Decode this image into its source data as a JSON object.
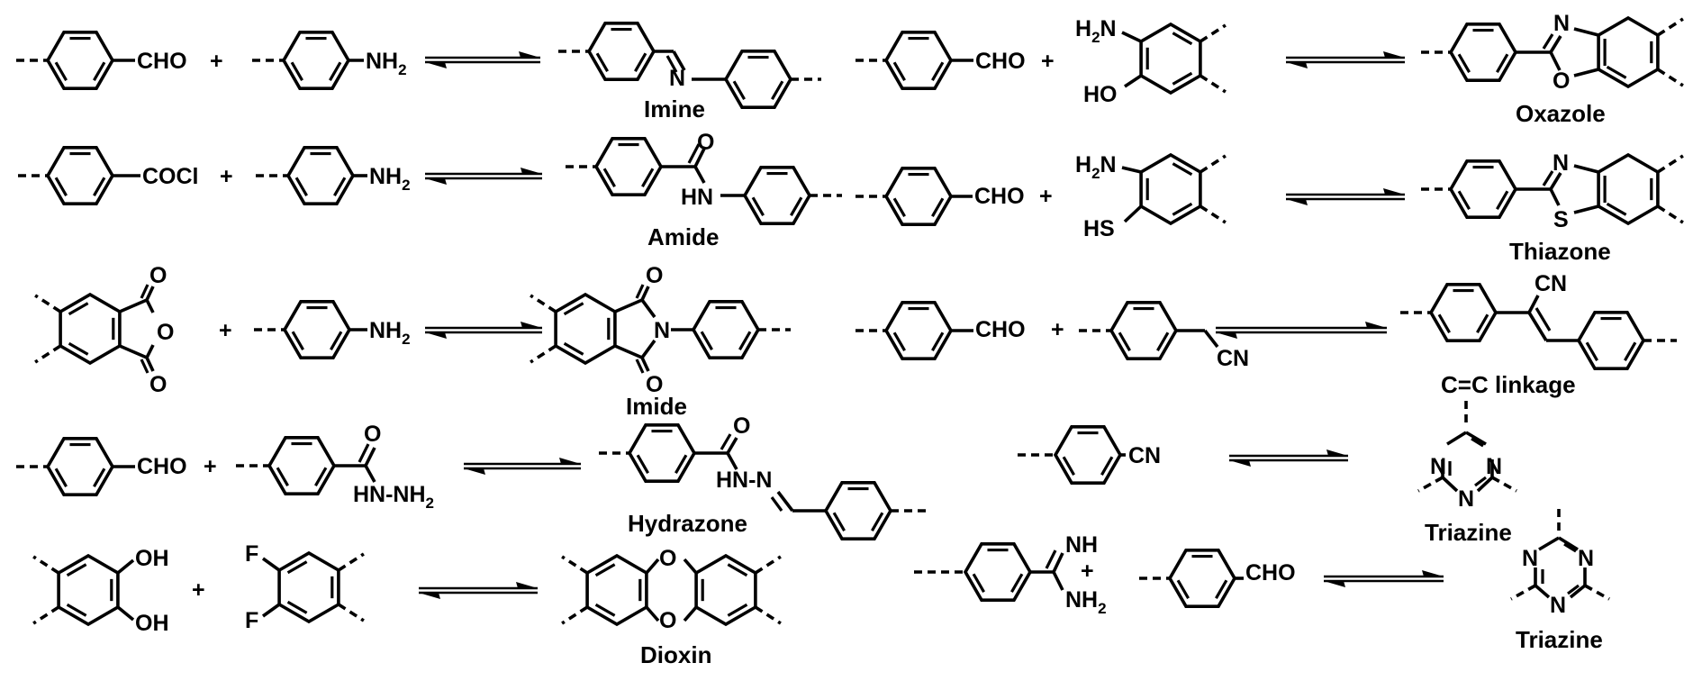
{
  "figure": {
    "title": "Reversible linkage-forming reactions",
    "colors": {
      "ink": "#000000",
      "background": "#ffffff"
    }
  },
  "reactions": [
    {
      "id": "imine",
      "reactant_1": {
        "group": "CHO",
        "core": "benzene"
      },
      "reactant_2": {
        "group": "NH2",
        "core": "benzene"
      },
      "operator": "+",
      "arrow": "equilibrium",
      "product": {
        "linkage_atoms": [
          "N"
        ],
        "name": "Imine"
      }
    },
    {
      "id": "oxazole",
      "reactant_1": {
        "group": "CHO",
        "core": "benzene"
      },
      "reactant_2": {
        "groups": [
          "H2N",
          "HO"
        ],
        "core": "benzene"
      },
      "operator": "+",
      "arrow": "equilibrium",
      "product": {
        "linkage_atoms": [
          "N",
          "O"
        ],
        "name": "Oxazole"
      }
    },
    {
      "id": "amide",
      "reactant_1": {
        "group": "COCl",
        "core": "benzene"
      },
      "reactant_2": {
        "group": "NH2",
        "core": "benzene"
      },
      "operator": "+",
      "arrow": "equilibrium",
      "product": {
        "linkage_atoms": [
          "O",
          "HN"
        ],
        "name": "Amide"
      }
    },
    {
      "id": "thiazone",
      "reactant_1": {
        "group": "CHO",
        "core": "benzene"
      },
      "reactant_2": {
        "groups": [
          "H2N",
          "HS"
        ],
        "core": "benzene"
      },
      "operator": "+",
      "arrow": "equilibrium",
      "product": {
        "linkage_atoms": [
          "N",
          "S"
        ],
        "name": "Thiazone"
      }
    },
    {
      "id": "imide",
      "reactant_1": {
        "groups": [
          "O",
          "O",
          "O"
        ],
        "core": "phthalic anhydride"
      },
      "reactant_2": {
        "group": "NH2",
        "core": "benzene"
      },
      "operator": "+",
      "arrow": "equilibrium",
      "product": {
        "linkage_atoms": [
          "O",
          "N",
          "O"
        ],
        "name": "Imide"
      }
    },
    {
      "id": "cc-linkage",
      "reactant_1": {
        "group": "CHO",
        "core": "benzene"
      },
      "reactant_2": {
        "group": "CN",
        "core": "benzene"
      },
      "operator": "+",
      "arrow": "equilibrium",
      "product": {
        "linkage_atoms": [
          "CN"
        ],
        "name": "C=C linkage"
      }
    },
    {
      "id": "hydrazone",
      "reactant_1": {
        "group": "CHO",
        "core": "benzene"
      },
      "reactant_2": {
        "groups": [
          "O",
          "HN-NH2"
        ],
        "core": "benzene"
      },
      "operator": "+",
      "arrow": "equilibrium",
      "product": {
        "linkage_atoms": [
          "O",
          "HN-N"
        ],
        "name": "Hydrazone"
      }
    },
    {
      "id": "triazine-nitrile",
      "reactant_1": {
        "group": "CN",
        "core": "benzene"
      },
      "arrow": "equilibrium",
      "product": {
        "linkage_atoms": [
          "N",
          "N",
          "N"
        ],
        "name": "Triazine"
      }
    },
    {
      "id": "dioxin",
      "reactant_1": {
        "groups": [
          "OH",
          "OH"
        ],
        "core": "benzene"
      },
      "reactant_2": {
        "groups": [
          "F",
          "F"
        ],
        "core": "benzene"
      },
      "operator": "+",
      "arrow": "equilibrium",
      "product": {
        "linkage_atoms": [
          "O",
          "O"
        ],
        "name": "Dioxin"
      }
    },
    {
      "id": "triazine-amidine",
      "reactant_1": {
        "groups": [
          "NH",
          "NH2"
        ],
        "core": "benzene"
      },
      "reactant_2": {
        "group": "CHO",
        "core": "benzene"
      },
      "operator": "+",
      "arrow": "equilibrium",
      "product": {
        "linkage_atoms": [
          "N",
          "N",
          "N"
        ],
        "name": "Triazine"
      }
    }
  ],
  "text": {
    "cho": "CHO",
    "nh2_main": "NH",
    "sub2": "2",
    "h2n_h": "H",
    "h2n_n": "N",
    "coci": "COCl",
    "cn": "CN",
    "oh": "OH",
    "ho": "HO",
    "hs": "HS",
    "f": "F",
    "o": "O",
    "n": "N",
    "s": "S",
    "hn": "HN",
    "nh": "NH",
    "hn_n": "HN-N",
    "hn_nh": "HN-NH",
    "plus": "+"
  }
}
